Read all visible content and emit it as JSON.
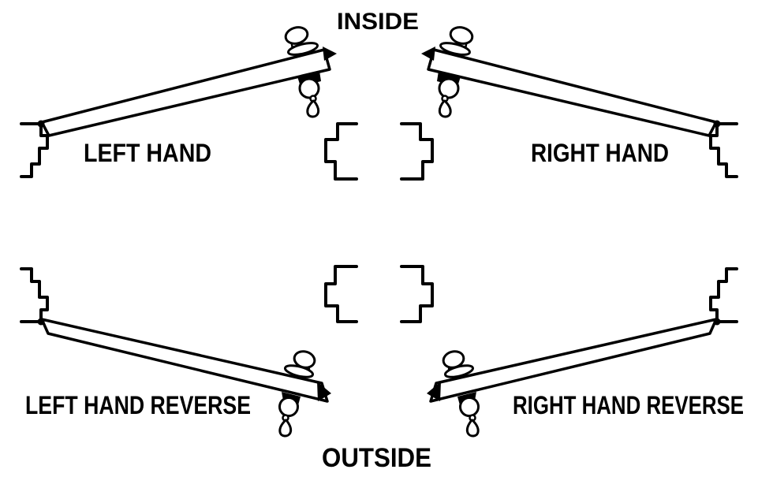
{
  "colors": {
    "ink": "#000000",
    "paper": "#ffffff"
  },
  "diagram": {
    "inside_label": "INSIDE",
    "outside_label": "OUTSIDE",
    "doors": [
      {
        "label": "LEFT HAND",
        "hinge_side": "left",
        "opens_toward": "inside"
      },
      {
        "label": "RIGHT HAND",
        "hinge_side": "right",
        "opens_toward": "inside"
      },
      {
        "label": "LEFT HAND REVERSE",
        "hinge_side": "left",
        "opens_toward": "outside"
      },
      {
        "label": "RIGHT HAND REVERSE",
        "hinge_side": "right",
        "opens_toward": "outside"
      }
    ]
  }
}
